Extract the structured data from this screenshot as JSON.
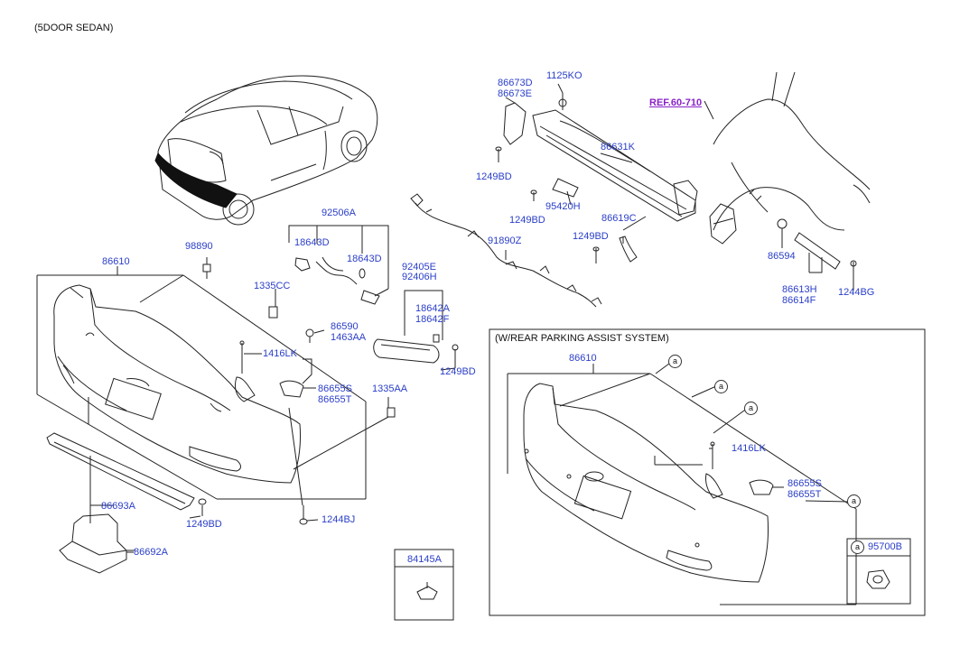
{
  "header": {
    "variant": "(5DOOR SEDAN)"
  },
  "reference": {
    "label": "REF.60-710"
  },
  "parking_section": {
    "title": "(W/REAR PARKING ASSIST SYSTEM)"
  },
  "callouts": {
    "p86610": "86610",
    "p98890": "98890",
    "p1335CC": "1335CC",
    "p92506A": "92506A",
    "p18643D_a": "18643D",
    "p18643D_b": "18643D",
    "p86590": "86590",
    "p1463AA": "1463AA",
    "p1416LK": "1416LK",
    "p86655S": "86655S",
    "p86655T": "86655T",
    "p1335AA": "1335AA",
    "p92405E": "92405E",
    "p92406H": "92406H",
    "p18642A": "18642A",
    "p18642F": "18642F",
    "p1249BD_a": "1249BD",
    "p86693A": "86693A",
    "p1249BD_b": "1249BD",
    "p1244BJ": "1244BJ",
    "p86692A": "86692A",
    "p84145A": "84145A",
    "p86673D": "86673D",
    "p86673E": "86673E",
    "p1125KO": "1125KO",
    "p1249BD_c": "1249BD",
    "p86631K": "86631K",
    "p95420H": "95420H",
    "p1249BD_d": "1249BD",
    "p86619C": "86619C",
    "p1249BD_e": "1249BD",
    "p91890Z": "91890Z",
    "p86594": "86594",
    "p86613H": "86613H",
    "p86614F": "86614F",
    "p1244BG": "1244BG",
    "pa86610": "86610",
    "pa1416LK": "1416LK",
    "pa86655S": "86655S",
    "pa86655T": "86655T",
    "p95700B": "95700B"
  },
  "markers": {
    "a": "a"
  },
  "colors": {
    "callout": "#2a3ec8",
    "reference": "#8a22c8",
    "line": "#222222"
  }
}
